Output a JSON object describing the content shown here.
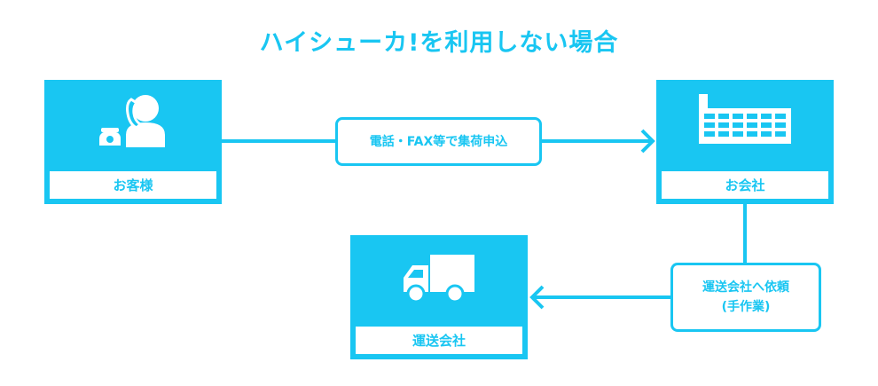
{
  "title": "ハイシューカ!を利用しない場合",
  "colors": {
    "accent": "#19c6f2",
    "background": "#ffffff"
  },
  "nodes": {
    "customer": {
      "label": "お客様",
      "icon": "phone-person-icon"
    },
    "company": {
      "label": "お会社",
      "icon": "building-icon"
    },
    "carrier": {
      "label": "運送会社",
      "icon": "truck-icon"
    }
  },
  "edges": {
    "customer_to_company": {
      "label": "電話・FAX等で集荷申込"
    },
    "company_to_carrier": {
      "line1": "運送会社へ依頼",
      "line2": "(手作業)"
    }
  }
}
